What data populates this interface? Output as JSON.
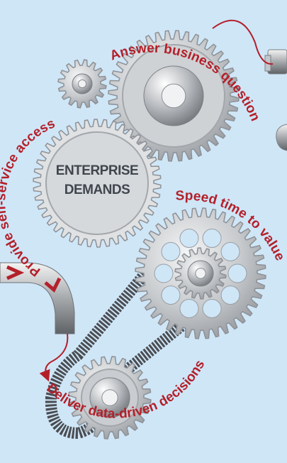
{
  "colors": {
    "background": "#cfe6f7",
    "accent": "#b3202a",
    "gear_dark": "#8d9196",
    "gear_light": "#e9eaec",
    "center_text": "#3f464d",
    "belt": "#4a4d52"
  },
  "diagram": {
    "center_label_line1": "ENTERPRISE",
    "center_label_line2": "DEMANDS",
    "labels": {
      "answer": "Answer business questions",
      "self_service": "Provide self-service access",
      "speed": "Speed time to value",
      "deliver": "Deliver data-driven decisions"
    }
  }
}
